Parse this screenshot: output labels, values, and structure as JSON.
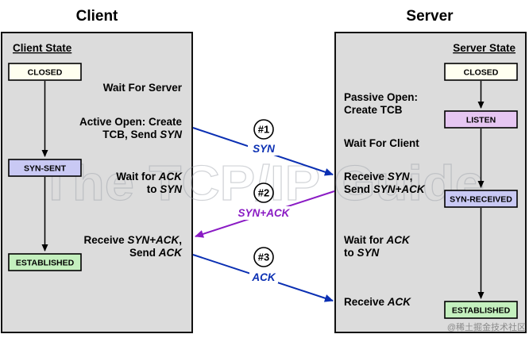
{
  "titles": {
    "client": "Client",
    "server": "Server"
  },
  "client": {
    "header": "Client State",
    "states": {
      "closed": "CLOSED",
      "syn_sent": "SYN-SENT",
      "established": "ESTABLISHED"
    },
    "notes": {
      "wait_for_server": "Wait For Server",
      "active_open_1": "Active Open: Create",
      "active_open_2a": "TCB, Send ",
      "active_open_2b": "SYN",
      "wait_ack_1a": "Wait for ",
      "wait_ack_1b": "ACK",
      "wait_ack_2a": "to ",
      "wait_ack_2b": "SYN",
      "receive_1a": "Receive ",
      "receive_1b": "SYN+ACK",
      "receive_1c": ",",
      "receive_2a": "Send ",
      "receive_2b": "ACK"
    }
  },
  "server": {
    "header": "Server State",
    "states": {
      "closed": "CLOSED",
      "listen": "LISTEN",
      "syn_received": "SYN-RECEIVED",
      "established": "ESTABLISHED"
    },
    "notes": {
      "passive_open_1": "Passive Open:",
      "passive_open_2": "Create TCB",
      "wait_for_client": "Wait For Client",
      "receive_syn_1a": "Receive ",
      "receive_syn_1b": "SYN",
      "receive_syn_1c": ",",
      "receive_syn_2a": "Send ",
      "receive_syn_2b": "SYN+ACK",
      "wait_ack_1a": "Wait for ",
      "wait_ack_1b": "ACK",
      "wait_ack_2a": "to ",
      "wait_ack_2b": "SYN",
      "receive_ack_1a": "Receive ",
      "receive_ack_1b": "ACK"
    }
  },
  "messages": [
    {
      "step": "#1",
      "label": "SYN",
      "color": "#0a2fb3"
    },
    {
      "step": "#2",
      "label": "SYN+ACK",
      "color": "#8a1bc4"
    },
    {
      "step": "#3",
      "label": "ACK",
      "color": "#0a2fb3"
    }
  ],
  "watermark": "The TCP/IP Guide",
  "credit": "@稀土掘金技术社区",
  "colors": {
    "panel": "#dcdcdc",
    "closed_box": "#fffff0",
    "syn_sent_box": "#c9c9f4",
    "listen_box": "#e6c6f2",
    "established_box": "#c4f0be",
    "blue_arrow": "#0a2fb3",
    "purple_arrow": "#8a1bc4"
  }
}
